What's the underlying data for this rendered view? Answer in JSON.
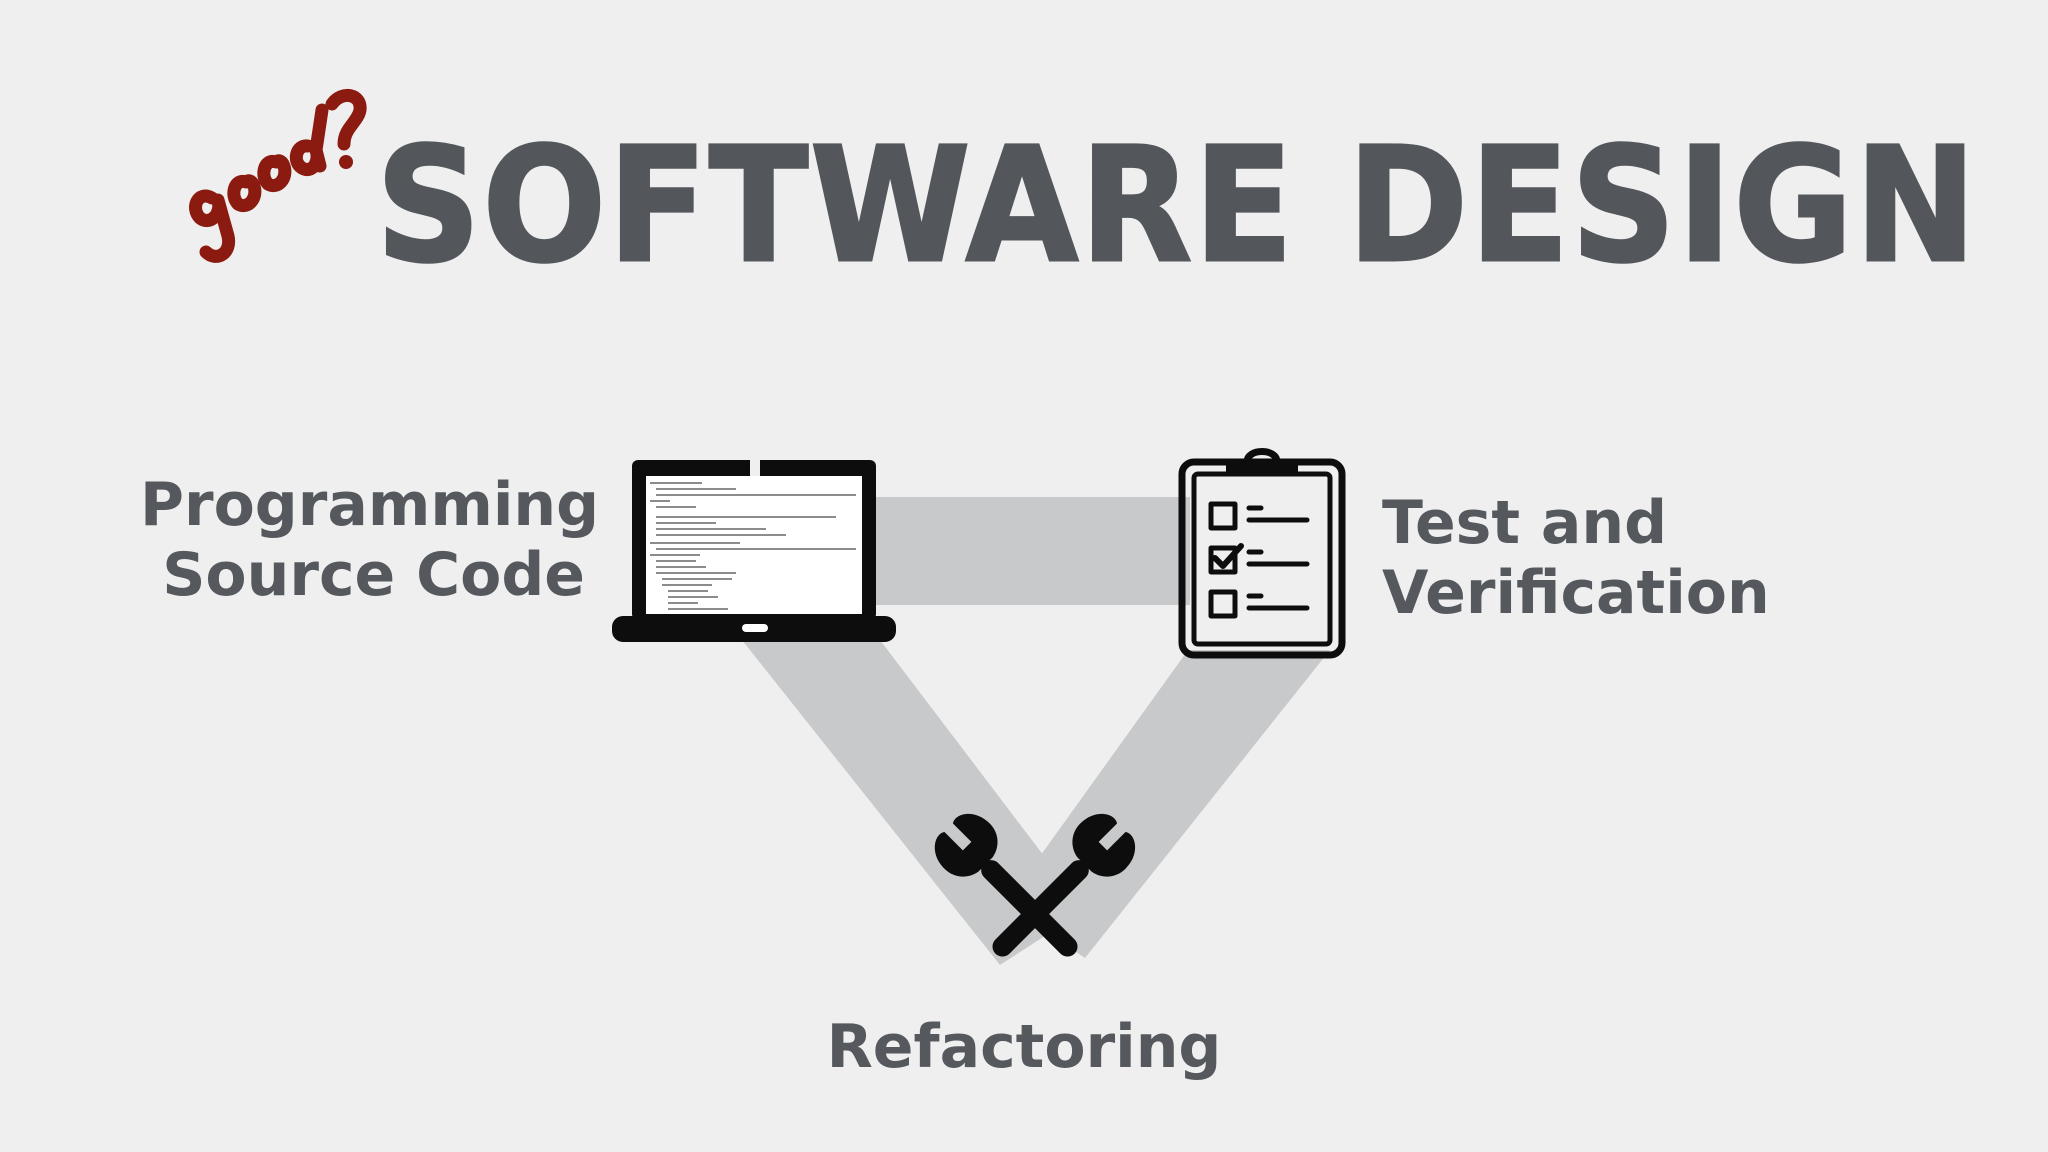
{
  "slide": {
    "title": "SOFTWARE DESIGN",
    "handwritten_prefix": "good?",
    "background_color": "#efefef",
    "title_color": "#53575c",
    "accent_color": "#8b1a10",
    "connector_color": "#c8c9ca"
  },
  "nodes": {
    "programming": {
      "line1": "Programming",
      "line2": "Source Code",
      "icon": "laptop-code-icon"
    },
    "testing": {
      "line1": "Test and",
      "line2": "Verification",
      "icon": "clipboard-checklist-icon"
    },
    "refactoring": {
      "label": "Refactoring",
      "icon": "crossed-wrenches-icon"
    }
  }
}
